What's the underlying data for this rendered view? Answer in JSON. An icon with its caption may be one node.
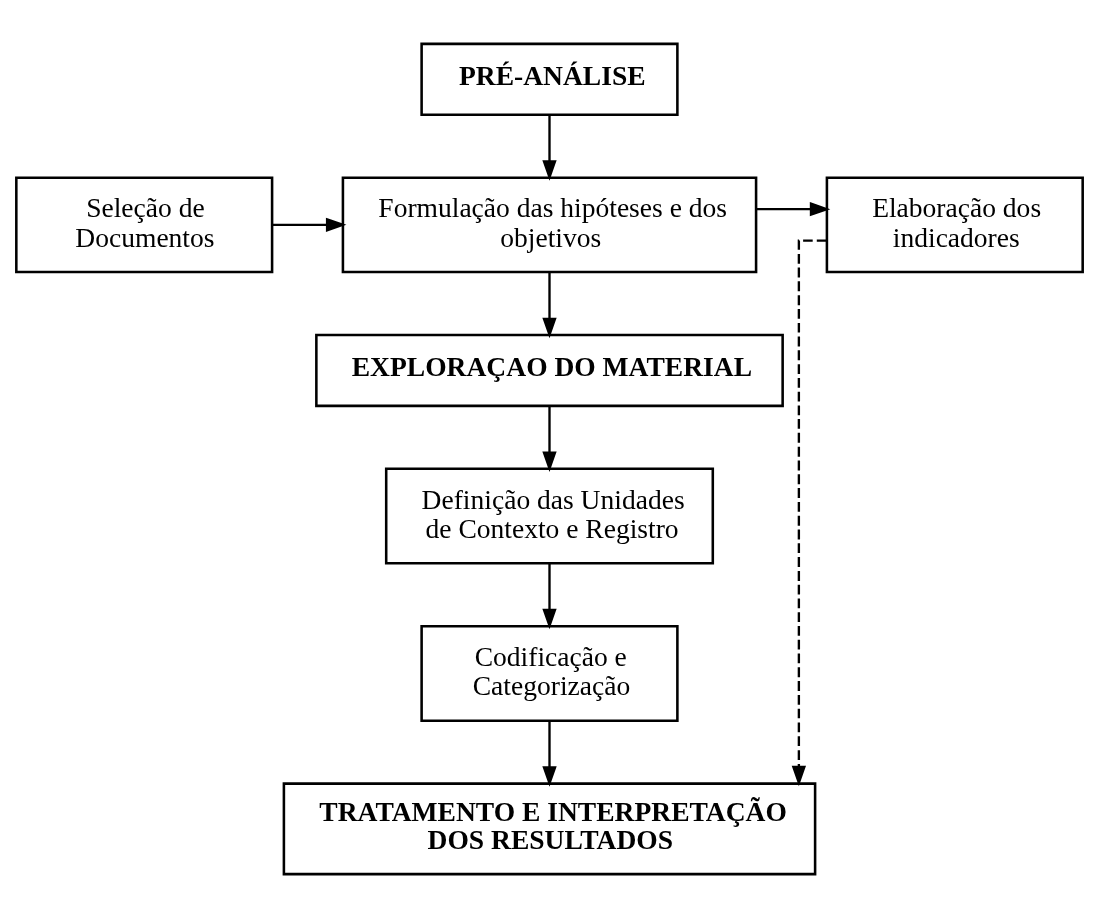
{
  "diagram": {
    "nodes": [
      {
        "text": [
          "PRÉ-ANÁLISE"
        ]
      },
      {
        "text": [
          "Seleção de Documentos"
        ]
      },
      {
        "text": [
          "Formulação das hipóteses e dos objetivos"
        ]
      },
      {
        "text": [
          "Elaboração dos indicadores"
        ]
      },
      {
        "text": [
          "EXPLORAÇAO DO MATERIAL"
        ]
      },
      {
        "text": [
          "Definição das Unidades de Contexto e Registro"
        ]
      },
      {
        "text": [
          "Codificação e Categorização"
        ]
      },
      {
        "text": [
          "TRATAMENTO E INTERPRETAÇÃO DOS RESULTADOS"
        ]
      }
    ],
    "edges": [
      {
        "from": 0,
        "to": 2,
        "arrow": "to"
      },
      {
        "from": 1,
        "to": 2,
        "arrow": "to"
      },
      {
        "from": 2,
        "to": 3,
        "arrow": "to"
      },
      {
        "from": 2,
        "to": 4,
        "arrow": "to"
      },
      {
        "from": 4,
        "to": 5,
        "arrow": "to"
      },
      {
        "from": 5,
        "to": 6,
        "arrow": "to"
      },
      {
        "from": 6,
        "to": 7,
        "arrow": "to"
      },
      {
        "from": 3,
        "to": 7,
        "arrow": "to",
        "style": "dashed"
      }
    ]
  }
}
